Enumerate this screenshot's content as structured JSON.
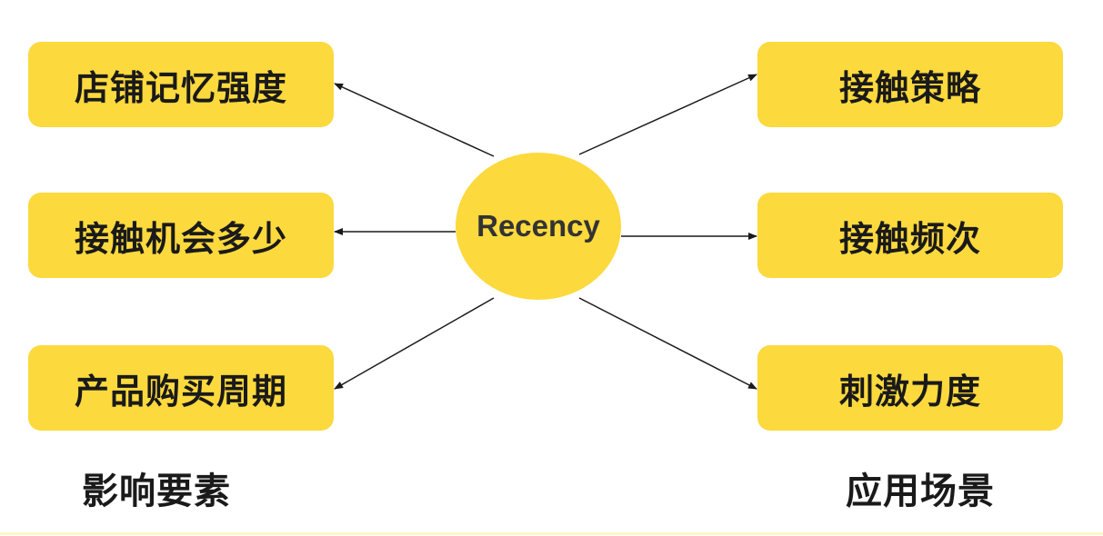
{
  "colors": {
    "box_fill": "#FCD93D",
    "circle_fill": "#FCD93D",
    "arrow": "#1a1a1a",
    "bottom_rule": "#FFF6C8"
  },
  "center": {
    "label": "Recency"
  },
  "left_boxes": [
    {
      "label": "店铺记忆强度"
    },
    {
      "label": "接触机会多少"
    },
    {
      "label": "产品购买周期"
    }
  ],
  "right_boxes": [
    {
      "label": "接触策略"
    },
    {
      "label": "接触频次"
    },
    {
      "label": "刺激力度"
    }
  ],
  "captions": {
    "left": "影响要素",
    "right": "应用场景"
  }
}
